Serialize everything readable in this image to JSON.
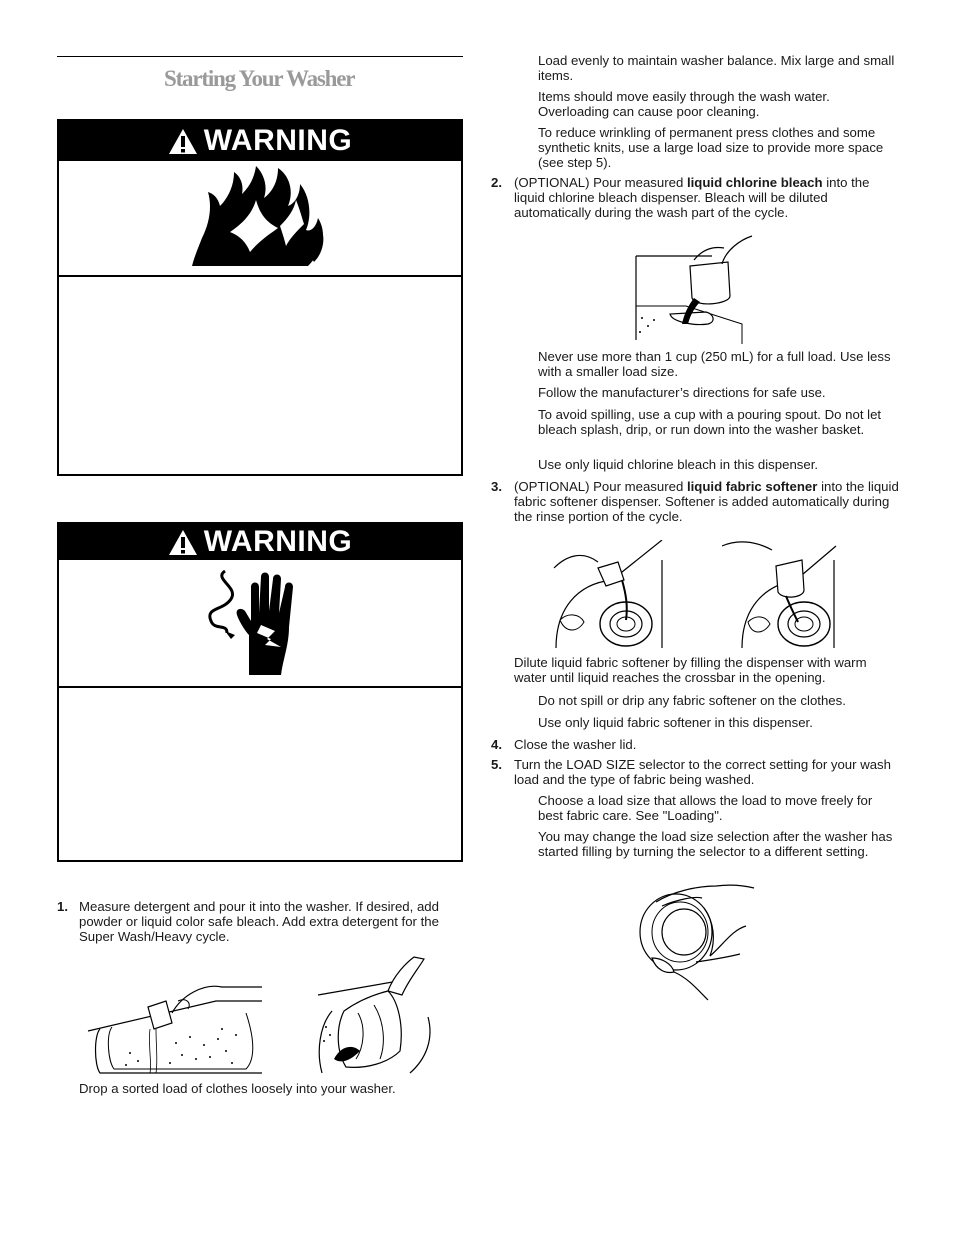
{
  "page": {
    "title": "Starting Your Washer",
    "warning_label": "WARNING"
  },
  "icons": {
    "warning_triangle": "warning-triangle-icon",
    "fire": "fire-icon",
    "electric_shock_hand": "electric-shock-icon"
  },
  "left": {
    "step1_num": "1.",
    "step1_text": "Measure detergent and pour it into the washer. If desired, add powder or liquid color safe bleach. Add extra detergent for the Super Wash/Heavy cycle.",
    "drop_text": "Drop a sorted load of clothes loosely into your washer."
  },
  "right": {
    "load_evenly": "Load evenly to maintain washer balance. Mix large and small items.",
    "items_move": "Items should move easily through the wash water. Overloading can cause poor cleaning.",
    "reduce_wrinkling": "To reduce wrinkling of permanent press clothes and some synthetic knits, use a large load size to provide more space (see step 5).",
    "step2_num": "2.",
    "step2_pre": "(OPTIONAL) Pour measured ",
    "step2_bold": "liquid chlorine bleach",
    "step2_post": " into the liquid chlorine bleach dispenser. Bleach will be diluted automatically during the wash part of the cycle.",
    "never_use": "Never use more than 1 cup (250 mL) for a full load. Use less with a smaller load size.",
    "follow_mfr": "Follow the manufacturer’s directions for safe use.",
    "avoid_spill": "To avoid spilling, use a cup with a pouring spout. Do not let bleach splash, drip, or run down into the washer basket.",
    "only_bleach": "Use only liquid chlorine bleach in this dispenser.",
    "step3_num": "3.",
    "step3_pre": "(OPTIONAL) Pour measured ",
    "step3_bold": "liquid fabric softener",
    "step3_post": " into the liquid fabric softener dispenser. Softener is added automatically during the rinse portion of the cycle.",
    "dilute": "Dilute liquid fabric softener by filling the dispenser with warm water until liquid reaches the crossbar in the opening.",
    "no_spill_softener": "Do not spill or drip any fabric softener on the clothes.",
    "only_softener": "Use only liquid fabric softener in this dispenser.",
    "step4_num": "4.",
    "step4_text": "Close the washer lid.",
    "step5_num": "5.",
    "step5_text": "Turn the LOAD SIZE selector to the correct setting for your wash load and the type of fabric being washed.",
    "choose_size": "Choose a load size that allows the load to move freely for best fabric care. See \"Loading\".",
    "change_size": "You may change the load size selection after the washer has started filling by turning the selector to a different setting."
  }
}
